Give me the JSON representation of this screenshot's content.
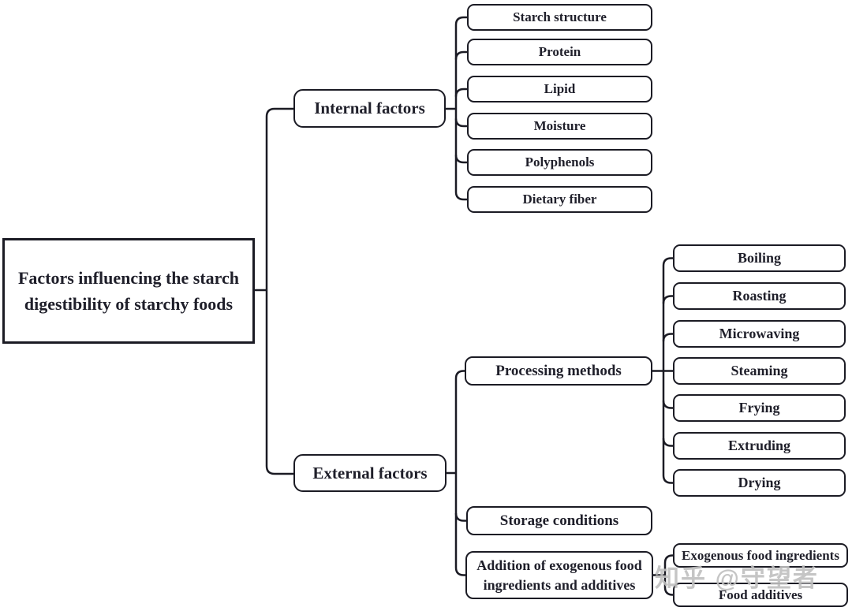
{
  "tree": {
    "root_label": "Factors influencing the starch digestibility of starchy foods",
    "branches": [
      {
        "label": "Internal factors",
        "children": [
          {
            "label": "Starch structure"
          },
          {
            "label": "Protein"
          },
          {
            "label": "Lipid"
          },
          {
            "label": "Moisture"
          },
          {
            "label": "Polyphenols"
          },
          {
            "label": "Dietary fiber"
          }
        ]
      },
      {
        "label": "External factors",
        "children": [
          {
            "label": "Processing methods",
            "children": [
              {
                "label": "Boiling"
              },
              {
                "label": "Roasting"
              },
              {
                "label": "Microwaving"
              },
              {
                "label": "Steaming"
              },
              {
                "label": "Frying"
              },
              {
                "label": "Extruding"
              },
              {
                "label": "Drying"
              }
            ]
          },
          {
            "label": "Storage conditions"
          },
          {
            "label": "Addition of exogenous food ingredients and additives",
            "children": [
              {
                "label": "Exogenous food ingredients"
              },
              {
                "label": "Food additives"
              }
            ]
          }
        ]
      }
    ]
  },
  "watermark": {
    "text": "知乎 @守望者"
  },
  "colors": {
    "line": "#1b1b24",
    "text": "#1f1f2a",
    "background": "#ffffff",
    "watermark": "#bfbfbf"
  }
}
